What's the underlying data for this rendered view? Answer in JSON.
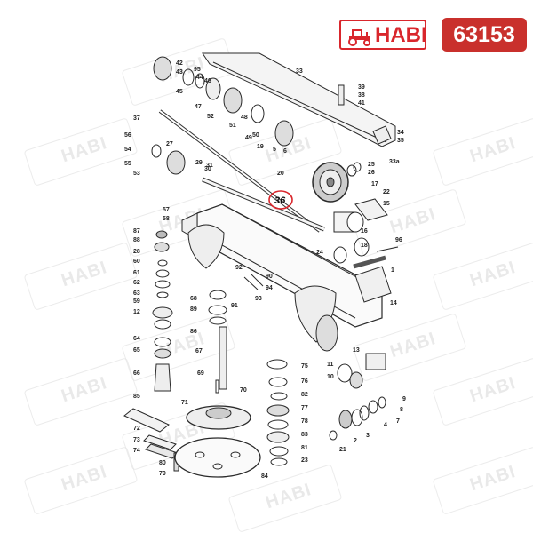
{
  "header": {
    "brand": "HABI",
    "part_number": "63153",
    "brand_color": "#d9262c",
    "badge_color": "#c9302c"
  },
  "highlight": {
    "label": "36",
    "color": "#d9262c"
  },
  "callouts": [
    "42",
    "43",
    "95",
    "44",
    "46",
    "45",
    "47",
    "33",
    "39",
    "38",
    "41",
    "37",
    "48",
    "52",
    "51",
    "49",
    "50",
    "19",
    "5",
    "6",
    "56",
    "27",
    "31",
    "29",
    "30",
    "54",
    "55",
    "53",
    "20",
    "34",
    "35",
    "33a",
    "25",
    "26",
    "17",
    "22",
    "15",
    "57",
    "58",
    "87",
    "88",
    "28",
    "60",
    "61",
    "62",
    "63",
    "59",
    "12",
    "64",
    "65",
    "66",
    "85",
    "72",
    "73",
    "74",
    "80",
    "79",
    "92",
    "90",
    "94",
    "93",
    "91",
    "68",
    "89",
    "86",
    "67",
    "69",
    "71",
    "70",
    "84",
    "76",
    "75",
    "82",
    "77",
    "78",
    "83",
    "81",
    "23",
    "24",
    "96",
    "16",
    "18",
    "1",
    "14",
    "13",
    "11",
    "10",
    "9",
    "8",
    "7",
    "4",
    "3",
    "2",
    "21"
  ]
}
